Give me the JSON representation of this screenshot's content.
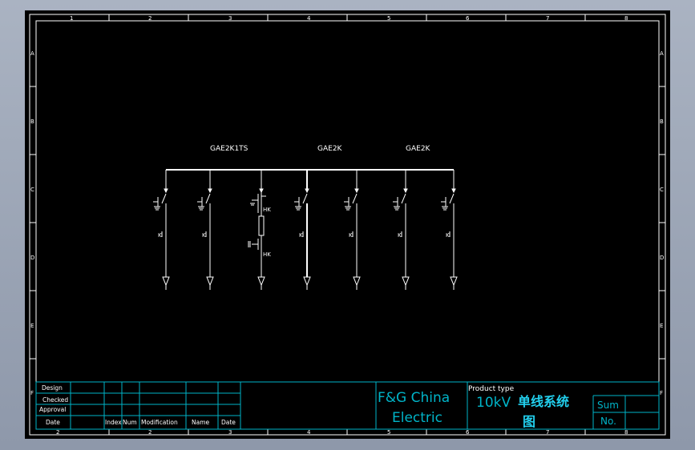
{
  "colors": {
    "background": "#000000",
    "frame": "#ffffff",
    "title_block": "#00b4c8",
    "title_block_bold": "#22d0ee",
    "window": "#9aa3b4"
  },
  "frame": {
    "column_numbers": [
      "1",
      "2",
      "3",
      "4",
      "5",
      "6",
      "7",
      "8"
    ],
    "bottom_column_numbers": [
      "2",
      "2",
      "3",
      "4",
      "5",
      "6",
      "7",
      "8"
    ],
    "row_letters": [
      "A",
      "B",
      "C",
      "D",
      "E",
      "F"
    ]
  },
  "diagram": {
    "cabinet_labels": [
      "GAE2K1TS",
      "GAE2K",
      "GAE2K"
    ],
    "ct_label": "K",
    "fuse_label_top": "HK",
    "fuse_label_bottom": "HK",
    "feeder_count": 7
  },
  "title_block": {
    "rows": [
      "Design",
      "Checked",
      "Approval",
      "Date"
    ],
    "columns": [
      "Index",
      "Num",
      "Modification",
      "Name",
      "Date"
    ],
    "company_line1": "F&G China",
    "company_line2": "Electric",
    "product_type_label": "Product type",
    "drawing_title_part1": "10kV",
    "drawing_title_part2": "单线系统",
    "drawing_title_part3": "图",
    "sum_label": "Sum",
    "no_label": "No."
  }
}
